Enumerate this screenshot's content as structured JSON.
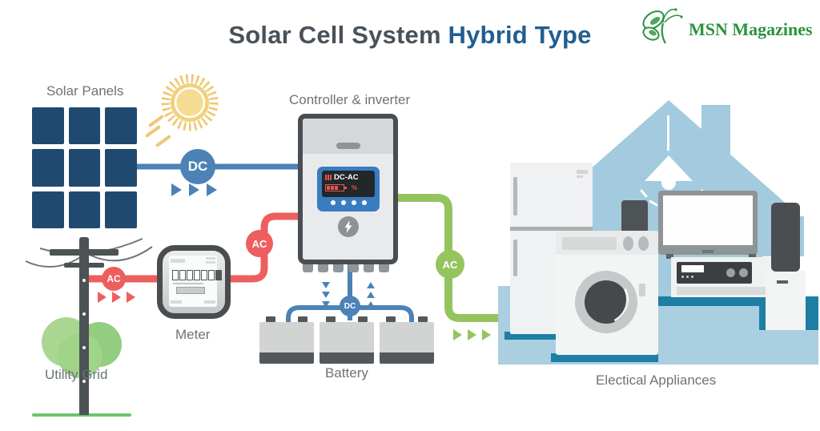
{
  "title": {
    "main": "Solar Cell System",
    "accent": "Hybrid Type"
  },
  "brand": {
    "name": "MSN Magazines"
  },
  "nodes": {
    "solar_panels": {
      "label": "Solar Panels"
    },
    "controller": {
      "label": "Controller & inverter",
      "display_mode": "DC-AC",
      "display_unit": "%"
    },
    "meter": {
      "label": "Meter"
    },
    "utility_grid": {
      "label": "Utility Grid"
    },
    "battery": {
      "label": "Battery"
    },
    "appliances": {
      "label": "Electical Appliances"
    }
  },
  "flows": {
    "solar_to_controller": {
      "badge": "DC",
      "color": "#4c82b5"
    },
    "grid_to_meter": {
      "badge": "AC",
      "color": "#ed5f5e"
    },
    "meter_to_controller": {
      "badge": "AC",
      "color": "#ed5f5e"
    },
    "controller_to_battery": {
      "badge": "DC",
      "color": "#4c82b5"
    },
    "controller_to_appliances": {
      "badge": "AC",
      "color": "#95c45f"
    }
  },
  "colors": {
    "title_main": "#47525b",
    "title_accent": "#215e91",
    "brand_green": "#2b9340",
    "panel_navy": "#20496f",
    "dc_blue": "#4c82b5",
    "ac_red": "#ed5f5e",
    "ac_green": "#95c45f",
    "house_blue": "#a3cade",
    "floor_blue": "#aacfe0",
    "floor_teal": "#1d7fa4",
    "sun_yellow": "#f5d88c",
    "label_gray": "#6d7377",
    "outline_gray": "#494e52"
  }
}
